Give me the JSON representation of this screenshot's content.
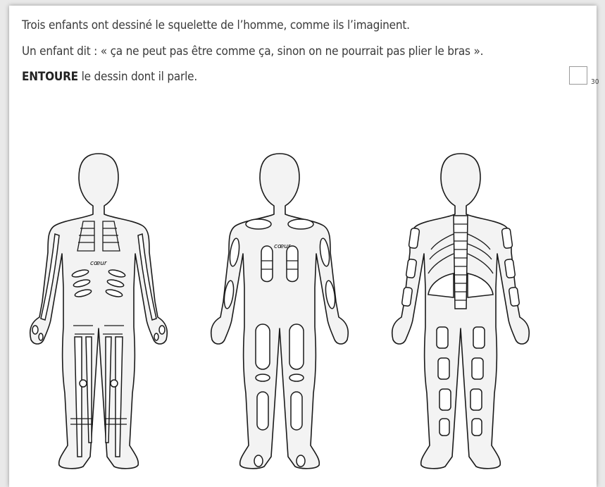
{
  "question": {
    "line1": "Trois enfants ont dessiné le squelette de l’homme, comme ils l’imaginent.",
    "line2": "Un enfant dit : « ça ne peut pas être comme ça, sinon on ne pourrait pas plier le bras ».",
    "instruction_keyword": "ENTOURE",
    "instruction_rest": " le dessin dont il parle.",
    "item_number": "30"
  },
  "drawings": [
    {
      "id": "drawing-1",
      "heart_label": "cœur"
    },
    {
      "id": "drawing-2",
      "heart_label": "cœur"
    },
    {
      "id": "drawing-3"
    }
  ]
}
